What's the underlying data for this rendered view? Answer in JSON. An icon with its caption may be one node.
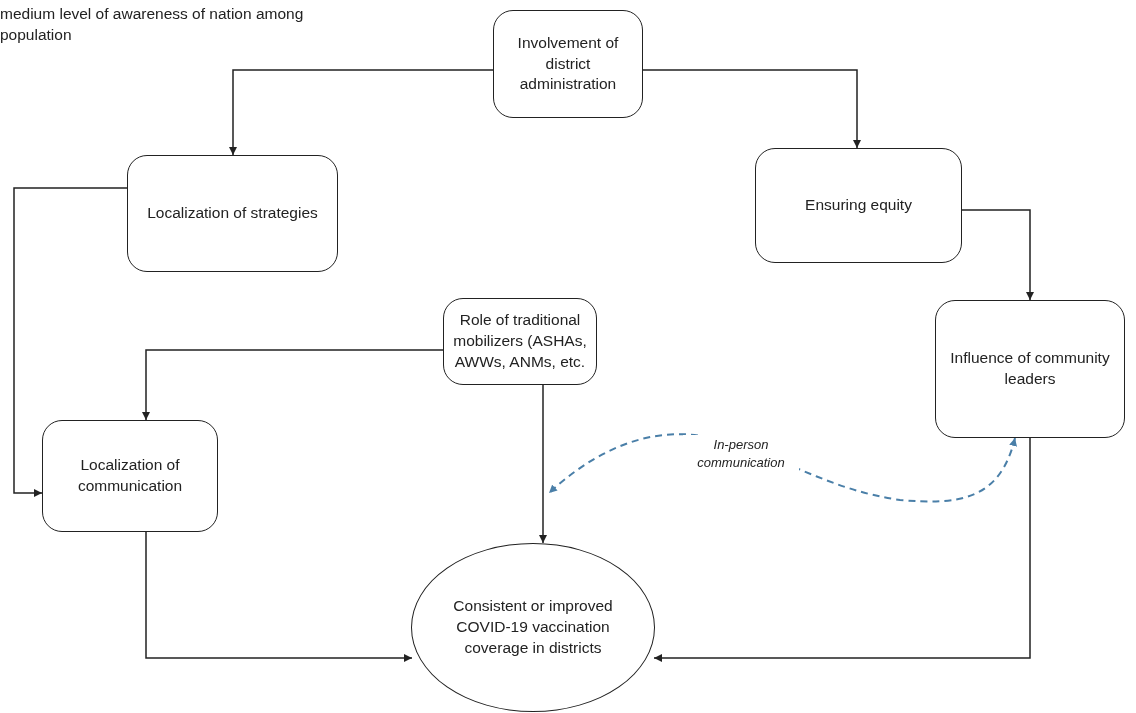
{
  "diagram": {
    "nodes": [
      {
        "text": [
          "Involvement of district administration"
        ]
      },
      {
        "text": [
          "Localization of strategies"
        ]
      },
      {
        "text": [
          "Ensuring equity"
        ]
      },
      {
        "text": [
          "Role of traditional mobilizers (ASHAs, AWWs, ANMs, etc."
        ]
      },
      {
        "text": [
          "Influence of community leaders"
        ]
      },
      {
        "text": [
          "Localization of communication"
        ]
      },
      {
        "text": [
          "Consistent or improved COVID-19 vaccination coverage in districts"
        ]
      }
    ],
    "edges": [
      {
        "from": 0,
        "to": 1,
        "arrow": "to"
      },
      {
        "from": 0,
        "to": 2,
        "arrow": "to"
      },
      {
        "from": 1,
        "to": 5,
        "arrow": "to"
      },
      {
        "from": 3,
        "to": 5,
        "arrow": "to"
      },
      {
        "from": 2,
        "to": 4,
        "arrow": "to"
      },
      {
        "from": 3,
        "to": 6,
        "arrow": "to"
      },
      {
        "from": 5,
        "to": 6,
        "arrow": "to"
      },
      {
        "from": 4,
        "to": 6,
        "arrow": "to"
      },
      {
        "from": null,
        "to": 4,
        "arrow": "both",
        "label": "In-person communication",
        "style": "dashed",
        "color": "#4a7fa8"
      }
    ],
    "labels": [
      "medium level of awareness of nation among population"
    ]
  }
}
